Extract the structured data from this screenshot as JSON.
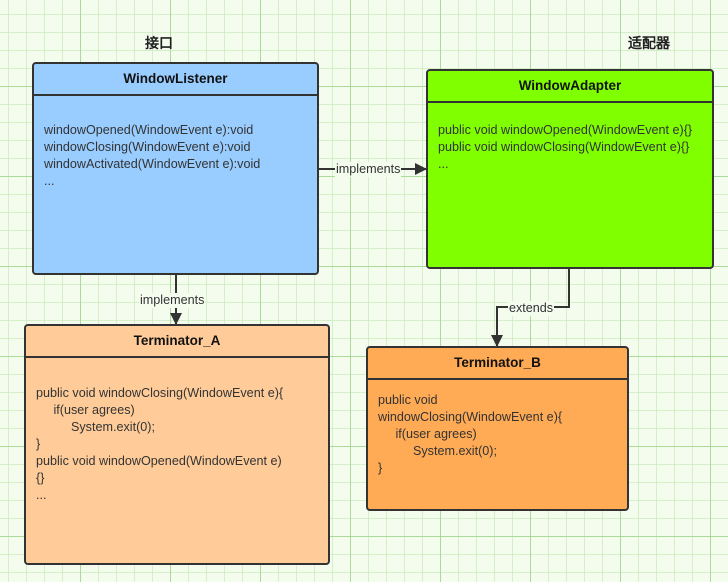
{
  "captions": {
    "interface": "接口",
    "adapter": "适配器"
  },
  "boxes": {
    "window_listener": {
      "title": "WindowListener",
      "lines": [
        "windowOpened(WindowEvent e):void",
        "windowClosing(WindowEvent e):void",
        "windowActivated(WindowEvent e):void",
        "..."
      ],
      "color": "#99ccff"
    },
    "window_adapter": {
      "title": "WindowAdapter",
      "lines": [
        "public void windowOpened(WindowEvent e){}",
        "public void windowClosing(WindowEvent e){}",
        "..."
      ],
      "color": "#80ff00"
    },
    "terminator_a": {
      "title": "Terminator_A",
      "lines": [
        "public void windowClosing(WindowEvent e){",
        "     if(user agrees)",
        "          System.exit(0);",
        "}",
        "public void windowOpened(WindowEvent e)",
        "{}",
        "..."
      ],
      "color": "#ffcc99"
    },
    "terminator_b": {
      "title": "Terminator_B",
      "lines": [
        "public void",
        "windowClosing(WindowEvent e){",
        "     if(user agrees)",
        "          System.exit(0);",
        "}"
      ],
      "color": "#ffaa55"
    }
  },
  "edges": {
    "listener_to_adapter": "implements",
    "listener_to_terminator_a": "implements",
    "adapter_to_terminator_b": "extends"
  }
}
